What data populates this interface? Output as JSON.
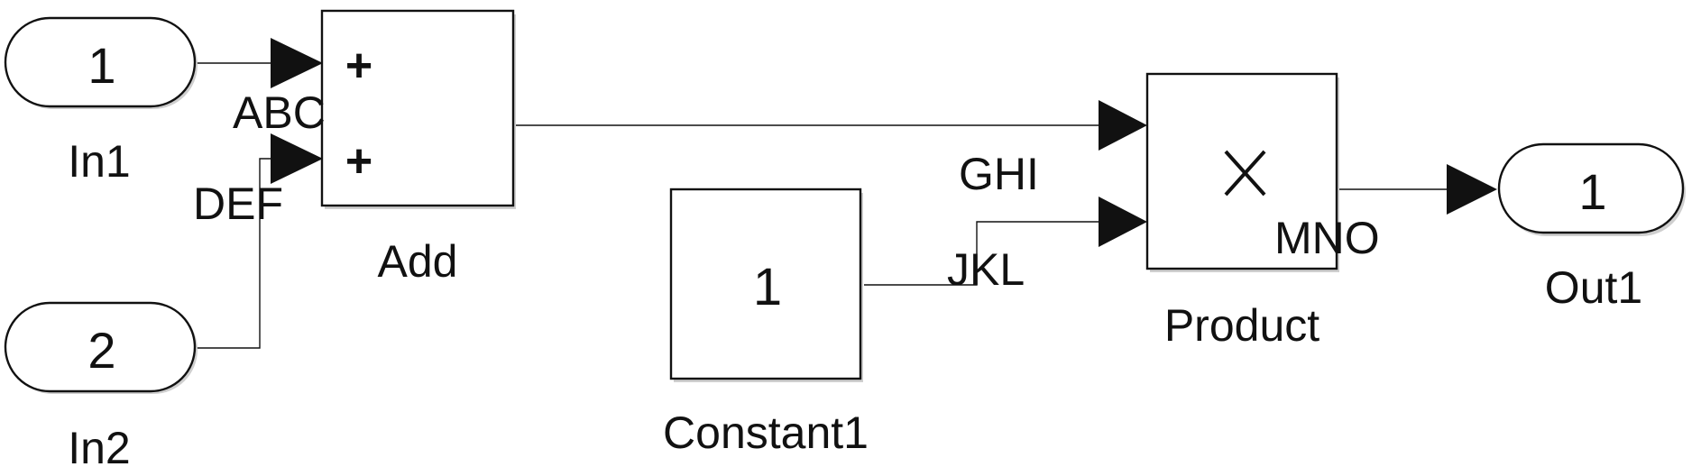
{
  "blocks": {
    "in1": {
      "number": "1",
      "name": "In1"
    },
    "in2": {
      "number": "2",
      "name": "In2"
    },
    "add": {
      "name": "Add",
      "sign1": "+",
      "sign2": "+"
    },
    "constant": {
      "value": "1",
      "name": "Constant1"
    },
    "product": {
      "symbol": "×",
      "name": "Product"
    },
    "out1": {
      "number": "1",
      "name": "Out1"
    }
  },
  "signals": {
    "abc": "ABC",
    "def": "DEF",
    "ghi": "GHI",
    "jkl": "JKL",
    "mno": "MNO"
  }
}
